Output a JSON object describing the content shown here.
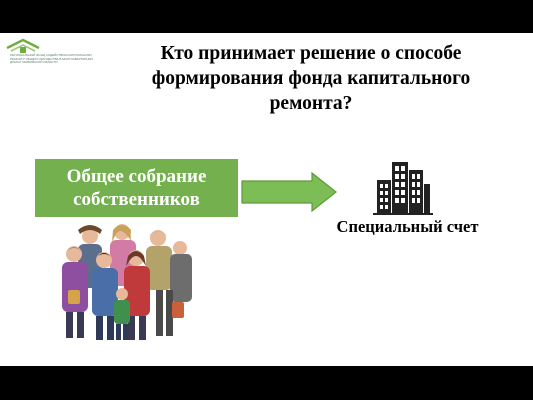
{
  "logo": {
    "text": "РЕГИОНАЛЬНЫЙ ФОНД СОДЕЙСТВИЯ КАПИТАЛЬНОМУ РЕМОНТУ ОБЩЕГО ИМУЩЕСТВА В МНОГОКВАРТИРНЫХ ДОМАХ ТАМБОВСКОЙ ОБЛАСТИ",
    "icon": "roof-logo-icon"
  },
  "slide": {
    "title": "Кто принимает решение о способе формирования фонда капитального ремонта?"
  },
  "owners": {
    "label": "Общее собрание собственников",
    "color": "#74b04d"
  },
  "arrow": {
    "icon": "right-arrow-icon",
    "color": "#74b04d"
  },
  "account": {
    "label": "Специальный счет",
    "icon": "building-icon"
  },
  "illustration": {
    "icon": "crowd-of-people-icon"
  }
}
